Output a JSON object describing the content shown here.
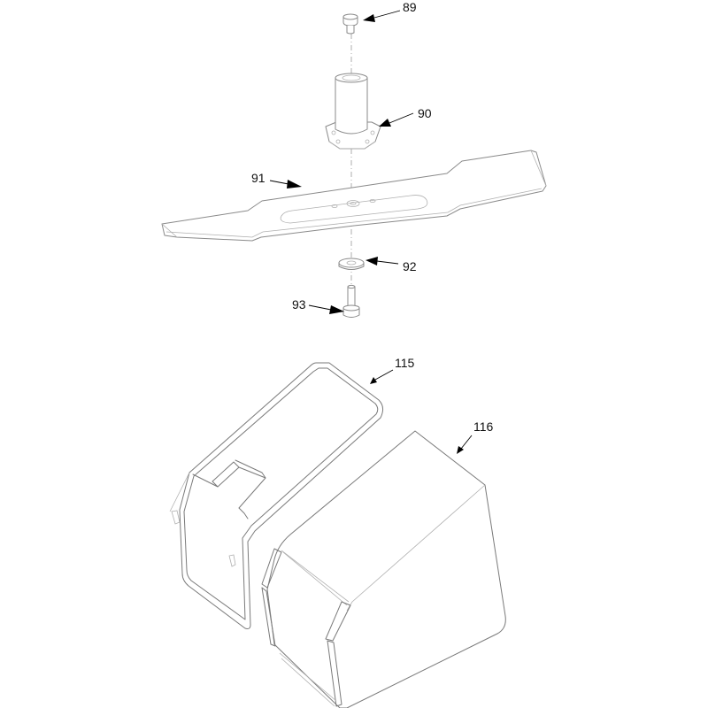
{
  "callouts": {
    "c89": "89",
    "c90": "90",
    "c91": "91",
    "c92": "92",
    "c93": "93",
    "c115": "115",
    "c116": "116"
  }
}
